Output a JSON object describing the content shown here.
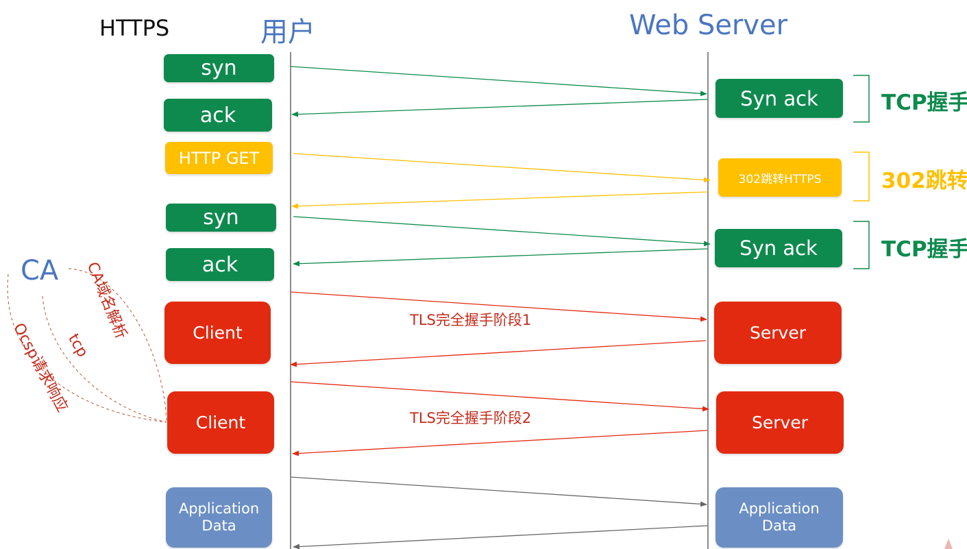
{
  "header": {
    "protocol": "HTTPS",
    "client_title": "用户",
    "server_title": "Web Server"
  },
  "client_boxes": {
    "syn1": "syn",
    "ack1": "ack",
    "http_get": "HTTP GET",
    "syn2": "syn",
    "ack2": "ack",
    "client1": "Client",
    "client2": "Client",
    "app_data_line1": "Application",
    "app_data_line2": "Data"
  },
  "server_boxes": {
    "synack1": "Syn ack",
    "redirect": "302跳转HTTPS",
    "synack2": "Syn ack",
    "server1": "Server",
    "server2": "Server",
    "app_data_line1": "Application",
    "app_data_line2": "Data"
  },
  "brackets": {
    "tcp1": "TCP握手",
    "redirect": "302跳转",
    "tcp2": "TCP握手"
  },
  "tls": {
    "phase1": "TLS完全握手阶段1",
    "phase2": "TLS完全握手阶段2"
  },
  "ca": {
    "title": "CA",
    "dns": "CA域名解析",
    "tcp": "tcp",
    "ocsp": "Ocsp请求响应"
  },
  "colors": {
    "green": "#0e8a4e",
    "yellow": "#ffc000",
    "red": "#e22a10",
    "blue": "#6b8fc4",
    "title_blue": "#4a76c0",
    "line": "#666666"
  }
}
